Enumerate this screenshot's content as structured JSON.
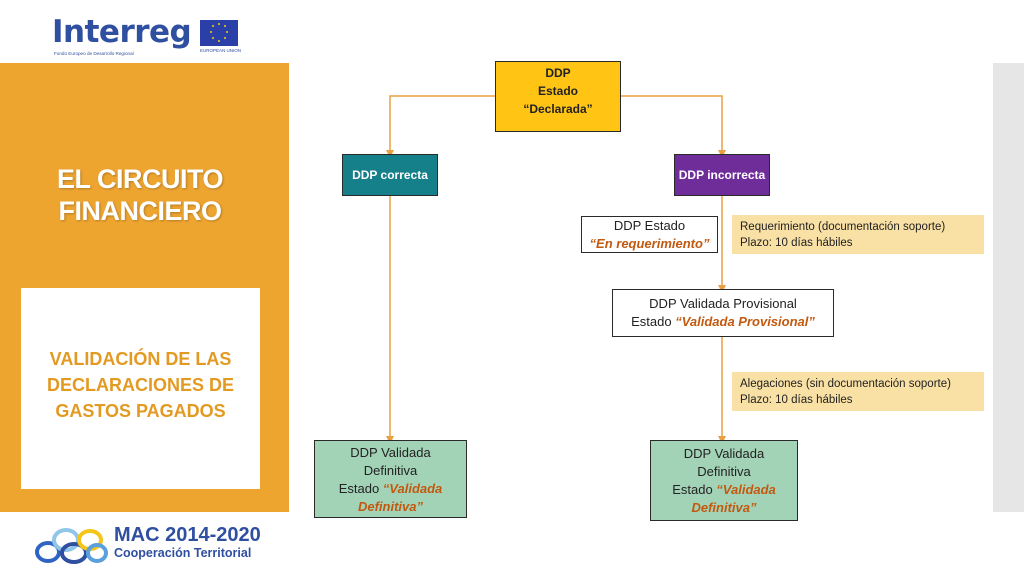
{
  "header": {
    "logo_word": "Interreg",
    "logo_subtitle": "Fondo Europeo de Desarrollo Regional",
    "eu_label": "EUROPEAN UNION"
  },
  "panel": {
    "title_line1": "EL CIRCUITO",
    "title_line2": "FINANCIERO",
    "subtitle_line1": "VALIDACIÓN DE LAS",
    "subtitle_line2": "DECLARACIONES DE",
    "subtitle_line3": "GASTOS PAGADOS"
  },
  "footer": {
    "program": "MAC 2014-2020",
    "tagline": "Cooperación Territorial"
  },
  "diagram": {
    "root": {
      "line1": "DDP",
      "line2": "Estado",
      "line3": "“Declarada”"
    },
    "correct": "DDP correcta",
    "incorrect": "DDP incorrecta",
    "requirement_state": {
      "line1": "DDP Estado",
      "line2": "“En requerimiento”"
    },
    "requirement_note": {
      "line1": "Requerimiento (documentación soporte)",
      "line2": "Plazo: 10 días hábiles"
    },
    "provisional": {
      "line1": "DDP Validada Provisional",
      "prefix": "Estado ",
      "state": "“Validada Provisional”"
    },
    "allegations_note": {
      "line1": "Alegaciones (sin documentación soporte)",
      "line2": "Plazo: 10 días hábiles"
    },
    "final_left": {
      "line1": "DDP Validada",
      "line2": "Definitiva",
      "prefix": "Estado ",
      "state_a": "“Validada",
      "state_b": "Definitiva”"
    },
    "final_right": {
      "line1": "DDP Validada",
      "line2": "Definitiva",
      "prefix": "Estado ",
      "state_a": "“Validada",
      "state_b": "Definitiva”"
    }
  },
  "colors": {
    "panel": "#eea530",
    "root": "#ffc414",
    "correct": "#16808a",
    "incorrect": "#6f2d9a",
    "final": "#a3d3b6",
    "note": "#f9e0a5",
    "connector": "#e8a040",
    "accent_text": "#c25910"
  }
}
